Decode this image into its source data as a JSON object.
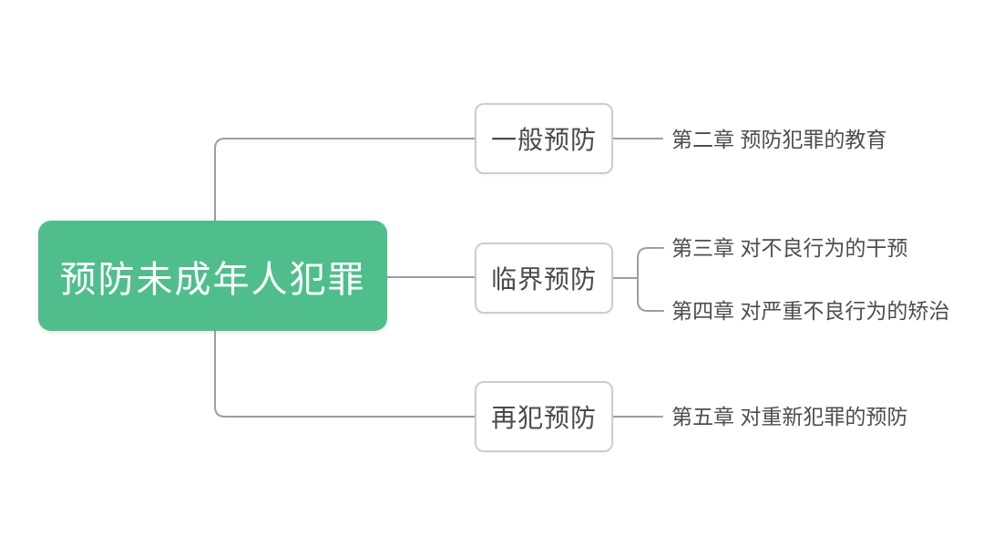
{
  "diagram": {
    "type": "mindmap",
    "root": {
      "label": "预防未成年人犯罪"
    },
    "branches": [
      {
        "label": "一般预防",
        "children": [
          {
            "label": "第二章 预防犯罪的教育"
          }
        ]
      },
      {
        "label": "临界预防",
        "children": [
          {
            "label": "第三章 对不良行为的干预"
          },
          {
            "label": "第四章 对严重不良行为的矫治"
          }
        ]
      },
      {
        "label": "再犯预防",
        "children": [
          {
            "label": "第五章 对重新犯罪的预防"
          }
        ]
      }
    ]
  },
  "colors": {
    "root_bg": "#4FBE8C",
    "root_text": "#FFFFFF",
    "node_border": "#CDCDCD",
    "node_text": "#4A4A4A",
    "leaf_text": "#4D4D4D",
    "line": "#9E9E9E",
    "background": "#FFFFFF"
  }
}
